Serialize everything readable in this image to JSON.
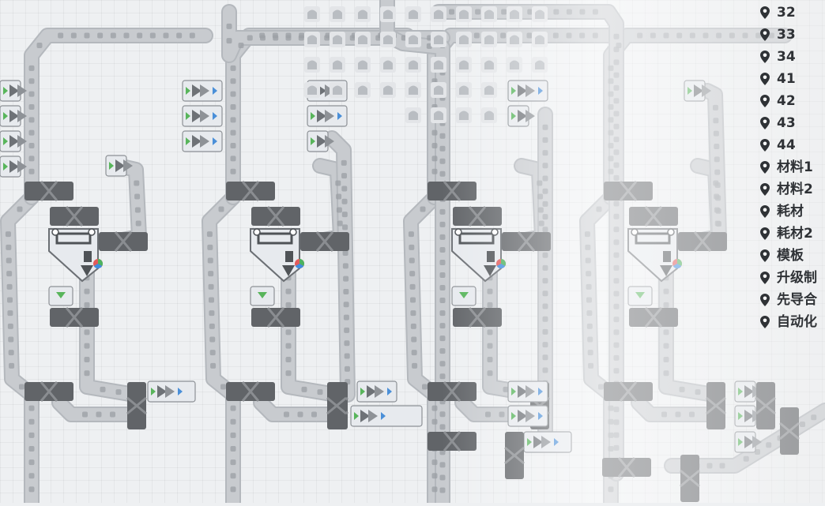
{
  "waypoints": [
    {
      "label": "32"
    },
    {
      "label": "33"
    },
    {
      "label": "34"
    },
    {
      "label": "41"
    },
    {
      "label": "42"
    },
    {
      "label": "43"
    },
    {
      "label": "44"
    },
    {
      "label": "材料1"
    },
    {
      "label": "材料2"
    },
    {
      "label": "耗材"
    },
    {
      "label": "耗材2"
    },
    {
      "label": "模板"
    },
    {
      "label": "升级制"
    },
    {
      "label": "先导合"
    },
    {
      "label": "自动化"
    }
  ],
  "icons": {
    "waypoint": "map-pin-icon",
    "splitter": "splitter-icon",
    "assembler": "assembler-icon",
    "conveyor": "conveyor-belt-icon",
    "item": "item-icon"
  },
  "colors": {
    "board": "#eef0f2",
    "belt": "#c8cbcf",
    "belt_edge": "#b4b8bd",
    "machine_dark": "#616468",
    "machine_light": "#e7eaee",
    "arrow_green": "#58b55b",
    "arrow_blue": "#4a8fd8",
    "text": "#2f3236"
  }
}
